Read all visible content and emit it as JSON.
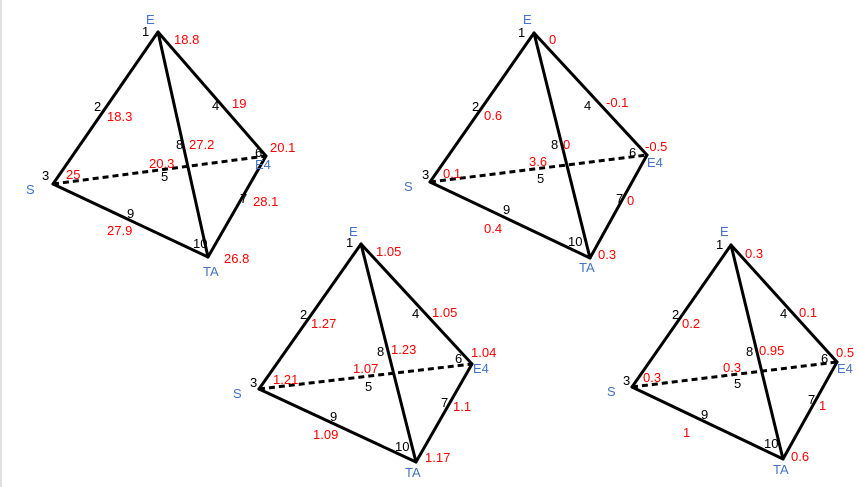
{
  "colors": {
    "edge": "#000000",
    "vertex_label": "#4472c4",
    "node_number": "#000000",
    "node_value": "#ff0000"
  },
  "vertex_names": {
    "top": "E",
    "left": "S",
    "right": "E4",
    "bottom": "TA"
  },
  "node_numbers": [
    "1",
    "2",
    "3",
    "4",
    "5",
    "6",
    "7",
    "8",
    "9",
    "10"
  ],
  "diagrams": [
    {
      "id": "top-left",
      "values": {
        "n1": "18.8",
        "n2": "18.3",
        "n3": "25",
        "n4": "19",
        "n5": "20.3",
        "n6": "20.1",
        "n7": "28.1",
        "n8": "27.2",
        "n9": "27.9",
        "n10": "26.8"
      }
    },
    {
      "id": "top-right",
      "values": {
        "n1": "0",
        "n2": "0.6",
        "n3": "0.1",
        "n4": "-0.1",
        "n5": "3.6",
        "n6": "-0.5",
        "n7": "0",
        "n8": "0",
        "n9": "0.4",
        "n10": "0.3"
      }
    },
    {
      "id": "bottom-middle",
      "values": {
        "n1": "1.05",
        "n2": "1.27",
        "n3": "1.21",
        "n4": "1.05",
        "n5": "1.07",
        "n6": "1.04",
        "n7": "1.1",
        "n8": "1.23",
        "n9": "1.09",
        "n10": "1.17"
      }
    },
    {
      "id": "bottom-right",
      "values": {
        "n1": "0.3",
        "n2": "0.2",
        "n3": "0.3",
        "n4": "0.1",
        "n5": "0.3",
        "n6": "0.5",
        "n7": "1",
        "n8": "0.95",
        "n9": "1",
        "n10": "0.6"
      }
    }
  ]
}
